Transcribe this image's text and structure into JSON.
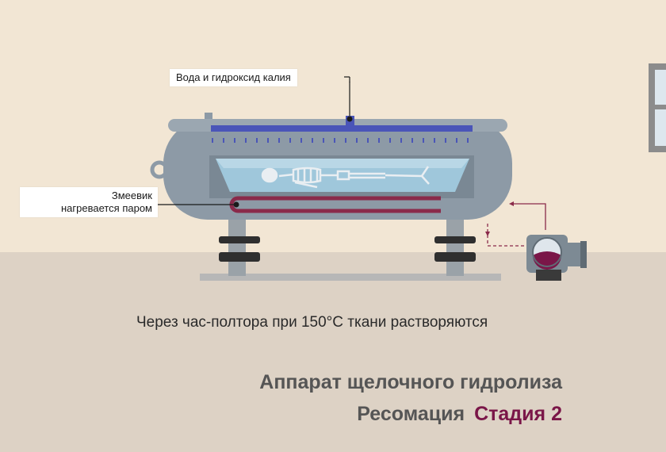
{
  "callouts": {
    "water": "Вода и гидроксид калия",
    "coil_line1": "Змеевик",
    "coil_line2": "нагревается паром"
  },
  "caption": "Через час-полтора при 150°C ткани растворяются",
  "heading": {
    "line1": "Аппарат щелочного гидролиза",
    "line2_main": "Ресомация",
    "line2_stage": "Стадия 2"
  },
  "colors": {
    "wall": "#f2e6d4",
    "floor": "#ddd2c5",
    "tank": "#8d9aa6",
    "water_pipe": "#4a55b8",
    "steam_coil": "#8a2a4a",
    "stage_accent": "#7a1648"
  }
}
